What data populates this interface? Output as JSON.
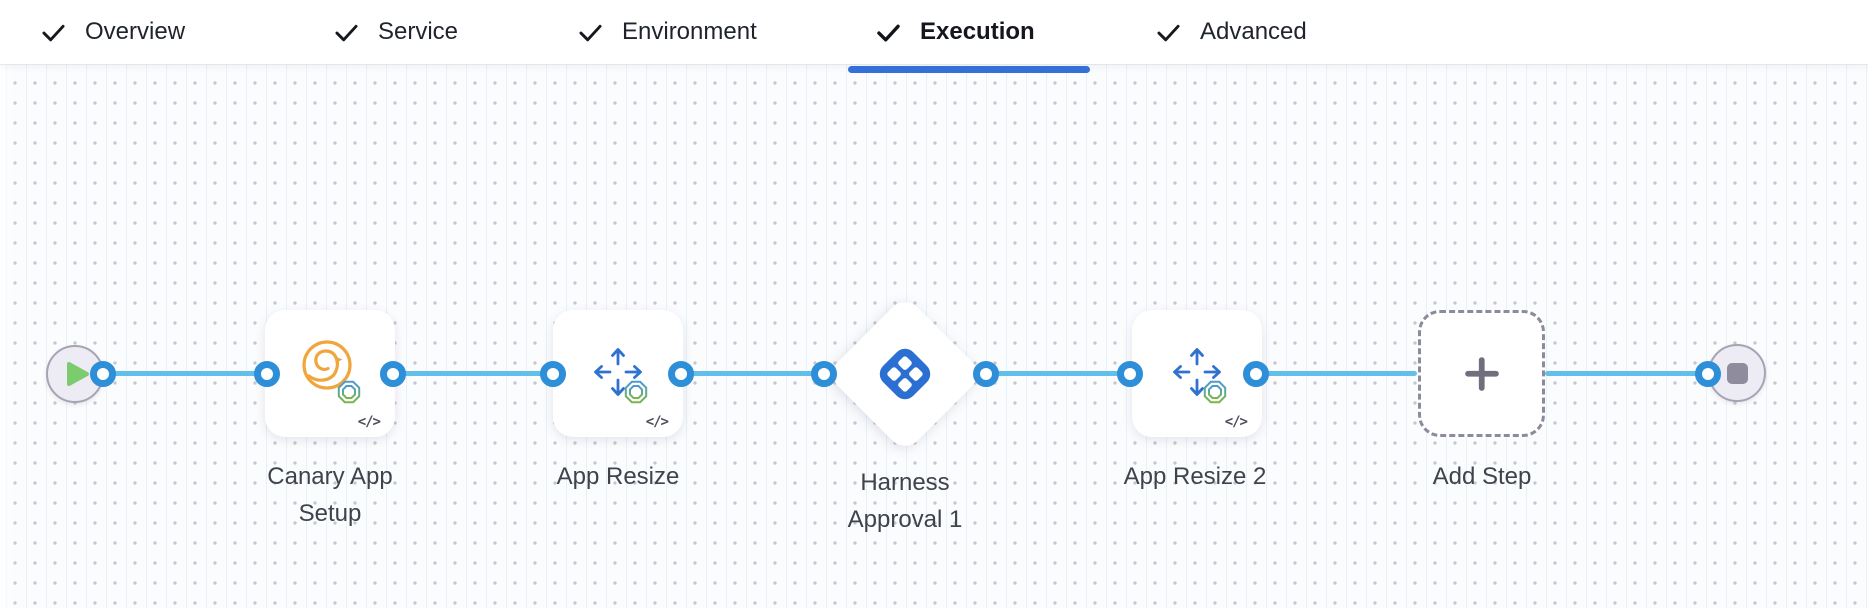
{
  "tabs": {
    "items": [
      {
        "label": "Overview",
        "checked": true,
        "active": false
      },
      {
        "label": "Service",
        "checked": true,
        "active": false
      },
      {
        "label": "Environment",
        "checked": true,
        "active": false
      },
      {
        "label": "Execution",
        "checked": true,
        "active": true
      },
      {
        "label": "Advanced",
        "checked": true,
        "active": false
      }
    ],
    "active_tab": "Execution"
  },
  "pipeline": {
    "start_node": {
      "id": "start",
      "icon": "play-icon"
    },
    "end_node": {
      "id": "end",
      "icon": "stop-icon"
    },
    "steps": [
      {
        "label": "Canary App\nSetup",
        "icon": "tanzu-canary-icon",
        "badge": "</>",
        "shape": "card"
      },
      {
        "label": "App Resize",
        "icon": "resize-arrows-icon",
        "badge": "</>",
        "shape": "card"
      },
      {
        "label": "Harness\nApproval 1",
        "icon": "harness-approval-icon",
        "badge": "",
        "shape": "diamond"
      },
      {
        "label": "App Resize 2",
        "icon": "resize-arrows-icon",
        "badge": "</>",
        "shape": "card"
      },
      {
        "label": "Add Step",
        "icon": "plus-icon",
        "badge": "",
        "shape": "dashed-placeholder"
      }
    ],
    "colors": {
      "edge": "#62bfec",
      "port_ring": "#2e8fd8",
      "active_tab_underline": "#3470da",
      "canary_orange": "#f0a63c",
      "resize_blue": "#2f72cf",
      "harness_blue": "#2c6fd3",
      "play_green": "#7ccb6e",
      "stop_gray": "#8f8c9e",
      "dashed_border": "#8d8a9e"
    }
  }
}
